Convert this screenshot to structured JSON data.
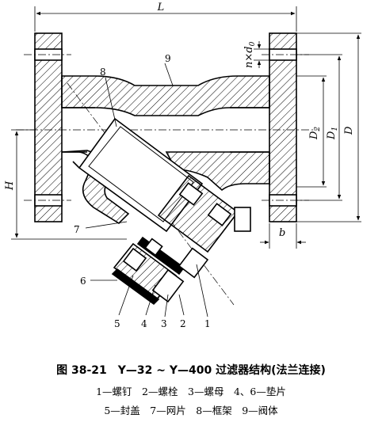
{
  "dimensions": {
    "length": "L",
    "flange_hole": "n×d",
    "flange_hole_sub": "0",
    "d2": "D",
    "d2_sub": "2",
    "d1": "D",
    "d1_sub": "1",
    "d": "D",
    "height": "H",
    "flange_thickness": "b"
  },
  "callouts": [
    {
      "num": "8"
    },
    {
      "num": "9"
    },
    {
      "num": "7"
    },
    {
      "num": "6"
    },
    {
      "num": "5"
    },
    {
      "num": "4"
    },
    {
      "num": "3"
    },
    {
      "num": "2"
    },
    {
      "num": "1"
    }
  ],
  "caption": {
    "title": "图 38-21　Y—32 ~ Y—400 过滤器结构(法兰连接)",
    "legend_line1": "1—螺钉　2—螺栓　3—螺母　4、6—垫片",
    "legend_line2": "5—封盖　7—网片　8—框架　9—阀体"
  }
}
